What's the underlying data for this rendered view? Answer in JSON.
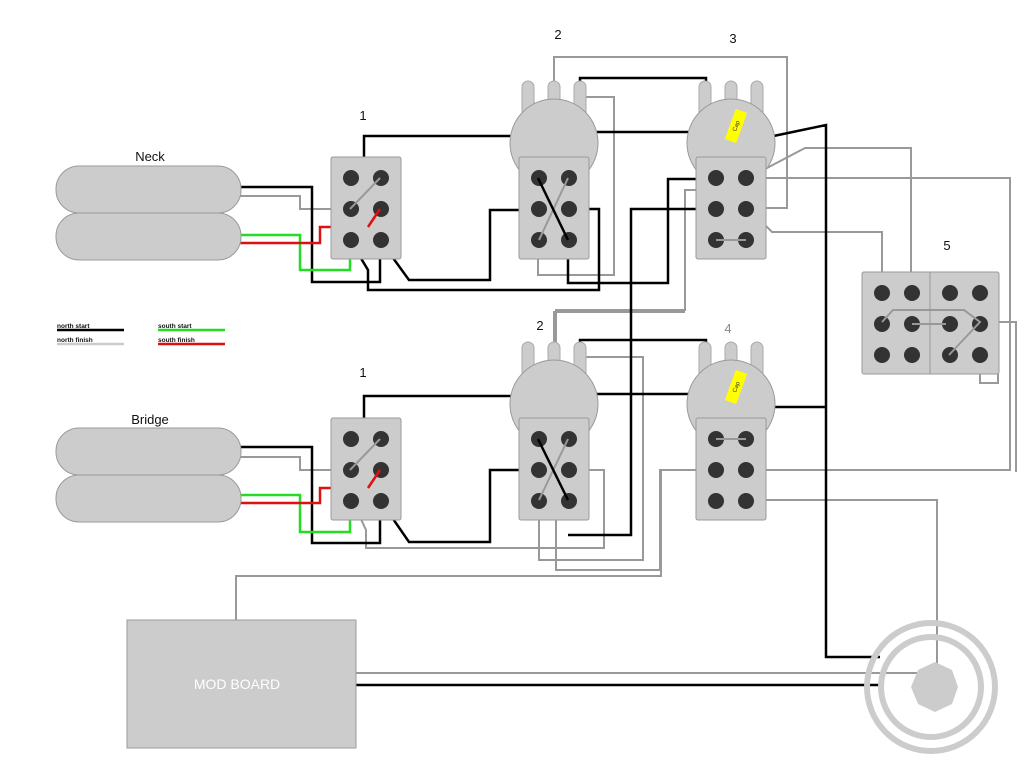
{
  "diagram": {
    "title": "Dual humbucker wiring diagram",
    "colors": {
      "north_start": "#000000",
      "north_finish": "#cccccc",
      "south_start": "#22dd22",
      "south_finish": "#dd1111",
      "component": "#cccccc",
      "cap": "#ffff00"
    },
    "pickups": [
      {
        "name": "Neck"
      },
      {
        "name": "Bridge"
      }
    ],
    "legend": [
      {
        "label": "north start",
        "color": "#000000"
      },
      {
        "label": "north finish",
        "color": "#cccccc"
      },
      {
        "label": "south start",
        "color": "#22dd22"
      },
      {
        "label": "south finish",
        "color": "#dd1111"
      }
    ],
    "component_labels": {
      "neck_switch": "1",
      "neck_pot": "2",
      "tone_pot_top": "3",
      "bridge_switch": "1",
      "bridge_pot": "2",
      "tone_pot_bottom": "4",
      "selector_switch": "5"
    },
    "cap_label": "Cap",
    "mod_board": {
      "label": "MOD BOARD"
    },
    "output_jack": {
      "name": "output jack"
    }
  }
}
